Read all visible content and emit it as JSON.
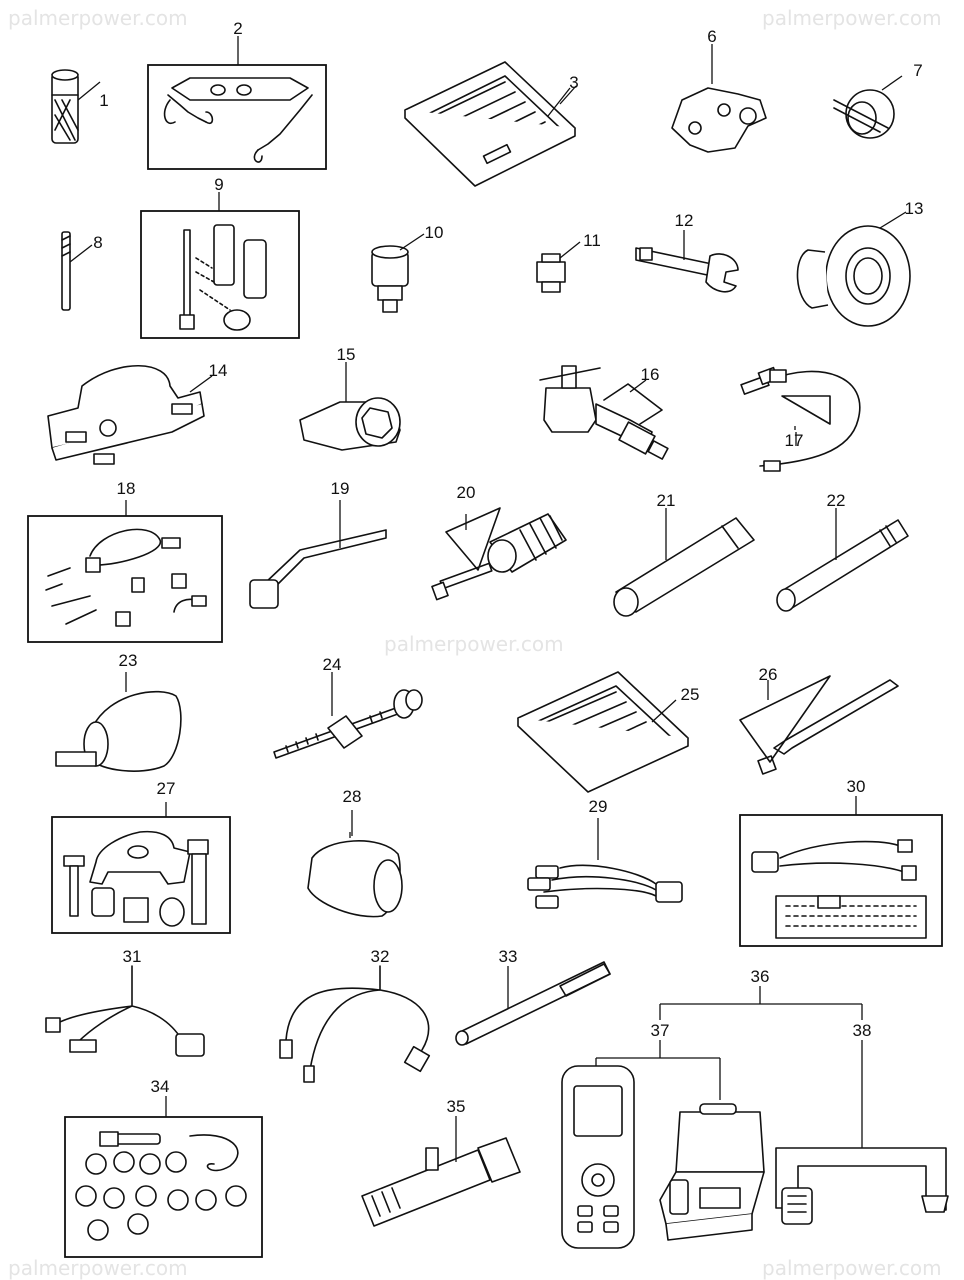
{
  "watermark": "palmerpower.com",
  "labels": [
    "1",
    "2",
    "3",
    "6",
    "7",
    "8",
    "9",
    "10",
    "11",
    "12",
    "13",
    "14",
    "15",
    "16",
    "17",
    "18",
    "19",
    "20",
    "21",
    "22",
    "23",
    "24",
    "25",
    "26",
    "27",
    "28",
    "29",
    "30",
    "31",
    "32",
    "33",
    "34",
    "35",
    "36",
    "37",
    "38"
  ]
}
